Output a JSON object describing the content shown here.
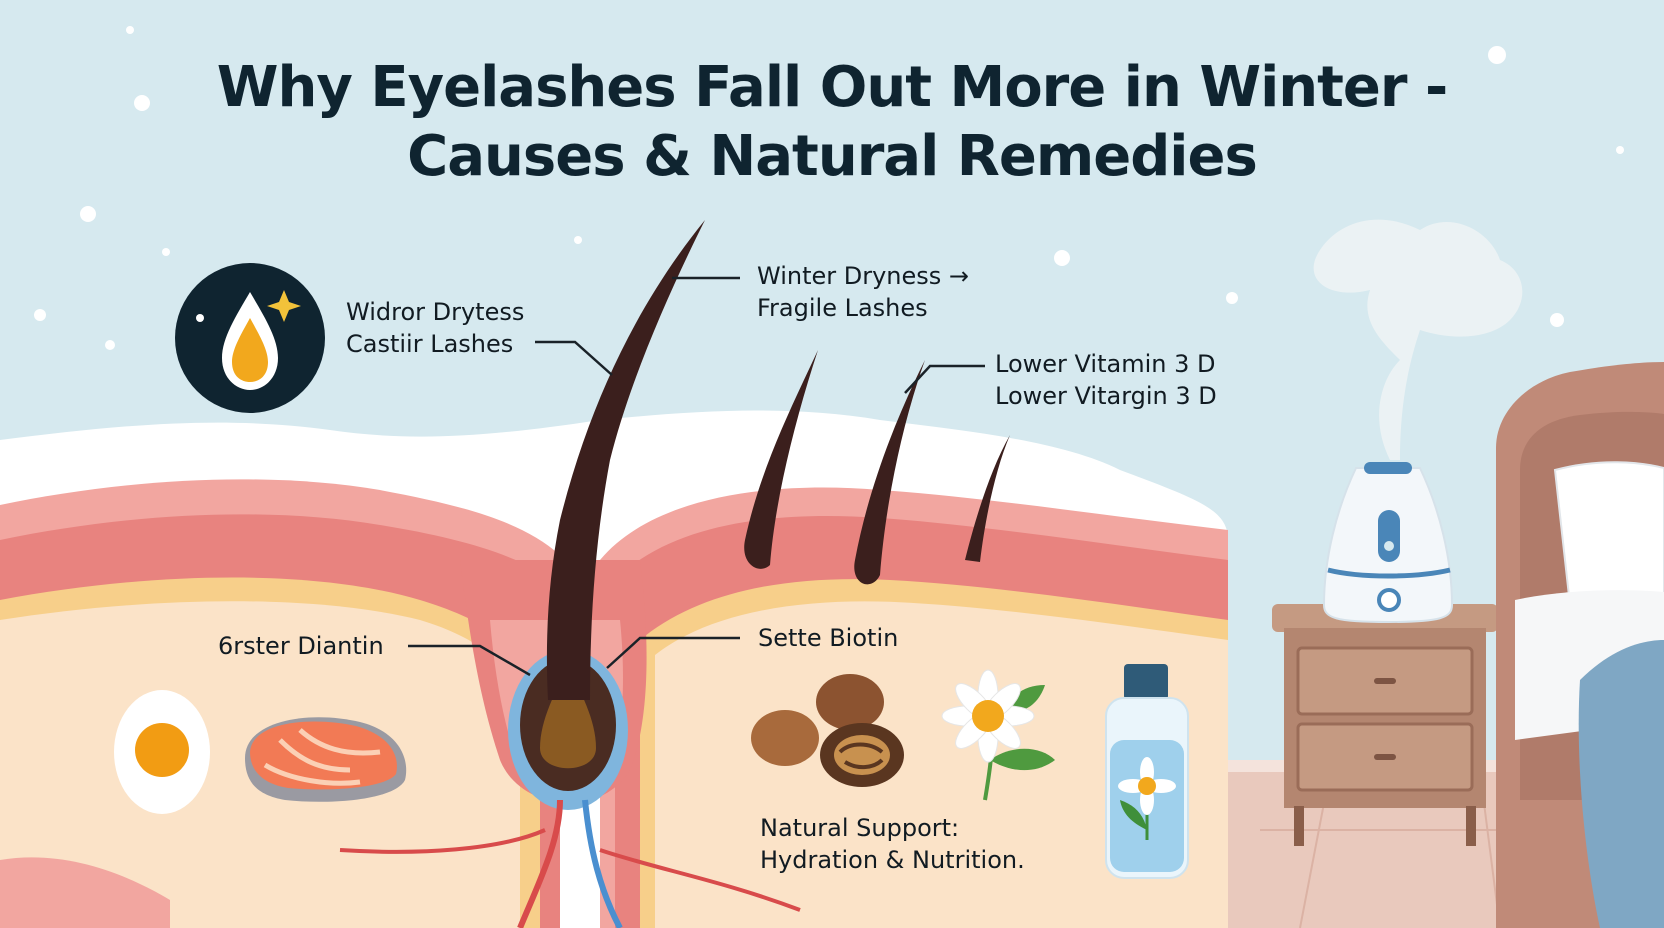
{
  "title": {
    "line1": "Why Eyelashes Fall Out More in Winter -",
    "line2": "Causes & Natural Remedies"
  },
  "labels": {
    "left_top_line1": "Widror Drytess",
    "left_top_line2": "Castiir Lashes",
    "winter_line1": "Winter Dryness →",
    "winter_line2": "Fragile Lashes",
    "vitamin_line1": "Lower Vitamin 3 D",
    "vitamin_line2": "Lower Vitargin 3 D",
    "left_mid": "6rster Diantin",
    "biotin": "Sette Biotin",
    "support_line1": "Natural Support:",
    "support_line2": "Hydration & Nutrition."
  },
  "colors": {
    "sky": "#d6e9ef",
    "skin_base": "#fbe3c8",
    "skin_pink": "#f2a6a0",
    "skin_red": "#e8837f",
    "fat_yellow": "#f7cf8a",
    "lash": "#3b1f1d",
    "navy": "#0f2430",
    "oil_gold": "#f2a81d",
    "wood": "#c59a82"
  },
  "icons": [
    "oil-drop-icon",
    "sparkle-icon",
    "egg-icon",
    "salmon-icon",
    "walnut-icon",
    "daisy-icon",
    "water-bottle-icon",
    "humidifier-icon",
    "nightstand-icon",
    "bed-icon"
  ]
}
